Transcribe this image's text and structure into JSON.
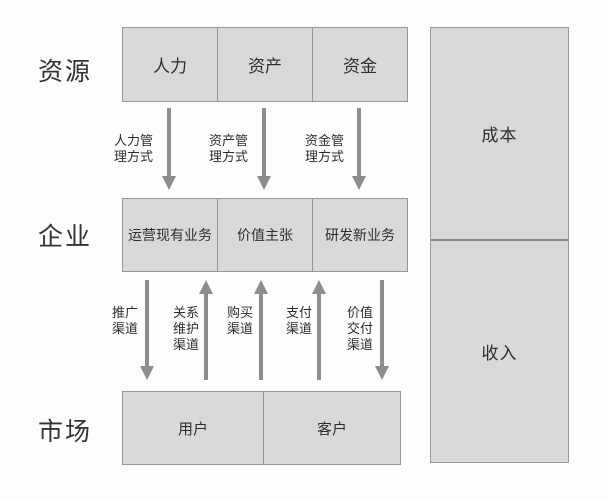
{
  "diagram": {
    "row_labels": {
      "resources": "资源",
      "enterprise": "企业",
      "market": "市场"
    },
    "resource_boxes": {
      "hr": "人力",
      "assets": "资产",
      "capital": "资金"
    },
    "management_arrows": {
      "hr": {
        "label": "人力管\n理方式",
        "direction": "down"
      },
      "assets": {
        "label": "资产管\n理方式",
        "direction": "down"
      },
      "capital": {
        "label": "资金管\n理方式",
        "direction": "down"
      }
    },
    "enterprise_boxes": {
      "operate_existing": "运营现有业务",
      "value_proposition": "价值主张",
      "develop_new": "研发新业务"
    },
    "channel_arrows": {
      "promotion": {
        "label": "推广\n渠道",
        "direction": "down"
      },
      "relationship": {
        "label": "关系\n维护\n渠道",
        "direction": "up"
      },
      "purchase": {
        "label": "购买\n渠道",
        "direction": "up"
      },
      "payment": {
        "label": "支付\n渠道",
        "direction": "up"
      },
      "value_delivery": {
        "label": "价值\n交付\n渠道",
        "direction": "down"
      }
    },
    "market_boxes": {
      "users": "用户",
      "customers": "客户"
    },
    "side_boxes": {
      "cost": "成本",
      "revenue": "收入"
    }
  },
  "colors": {
    "box_fill": "#d9d9d9",
    "box_border": "#979797",
    "arrow": "#8d8d8d",
    "text": "#2e2e2e",
    "background": "#fdfdfd"
  }
}
